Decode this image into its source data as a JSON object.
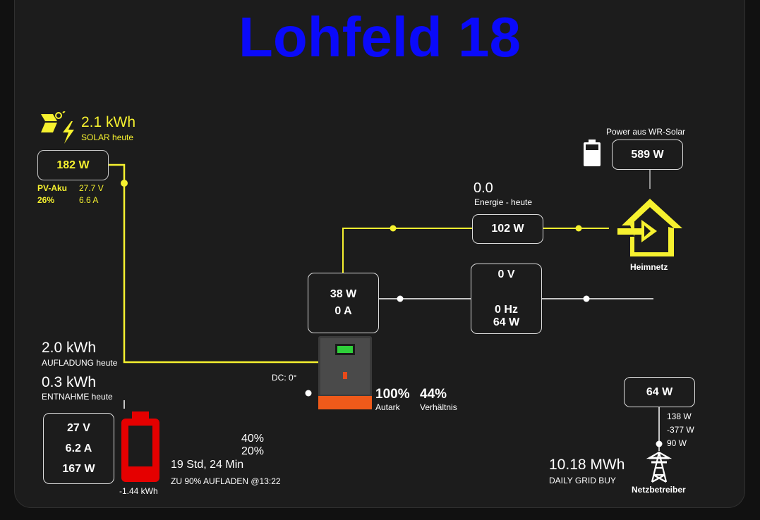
{
  "page": {
    "title": "Lohfeld 18"
  },
  "colors": {
    "title": "#0a0afa",
    "solar_line": "#f6f12f",
    "grid_line": "#ffffff",
    "battery_low": "#e50000",
    "background": "#1c1c1c"
  },
  "solar": {
    "icon": "solar-panel-bolt-icon",
    "energy_today": "2.1 kWh",
    "energy_label": "SOLAR heute",
    "power": "182 W",
    "pv_label": "PV-Aku",
    "pv_percent": "26%",
    "pv_voltage": "27.7 V",
    "pv_current": "6.6 A"
  },
  "home": {
    "icon": "home-import-icon",
    "name": "Heimnetz",
    "wr_label": "Power aus WR-Solar",
    "wr_icon": "battery-full-icon",
    "wr_power": "589 W",
    "energy_value": "0.0",
    "energy_label": "Energie - heute",
    "line_power": "102 W"
  },
  "inverter": {
    "icon": "inverter-device-icon",
    "power": "38 W",
    "current": "0 A",
    "dc_label": "DC: 0°"
  },
  "ac": {
    "voltage": "0 V",
    "frequency": "0 Hz",
    "power": "64 W"
  },
  "grid": {
    "icon": "transmission-tower-icon",
    "name": "Netzbetreiber",
    "power": "64 W",
    "values": [
      "138 W",
      "-377 W",
      "90 W"
    ],
    "daily_value": "10.18 MWh",
    "daily_label": "DAILY GRID BUY"
  },
  "battery": {
    "icon": "battery-low-icon",
    "charge_value": "2.0 kWh",
    "charge_label": "AUFLADUNG heute",
    "discharge_value": "0.3 kWh",
    "discharge_label": "ENTNAHME heute",
    "voltage": "27 V",
    "current": "6.2 A",
    "power": "167 W",
    "energy": "-1.44 kWh",
    "soc_1": "40%",
    "soc_2": "20%",
    "time_remaining": "19 Std, 24 Min",
    "charge_target": "ZU 90% AUFLADEN @13:22"
  },
  "stats": {
    "autark_value": "100%",
    "autark_label": "Autark",
    "ratio_value": "44%",
    "ratio_label": "Verhältnis"
  }
}
